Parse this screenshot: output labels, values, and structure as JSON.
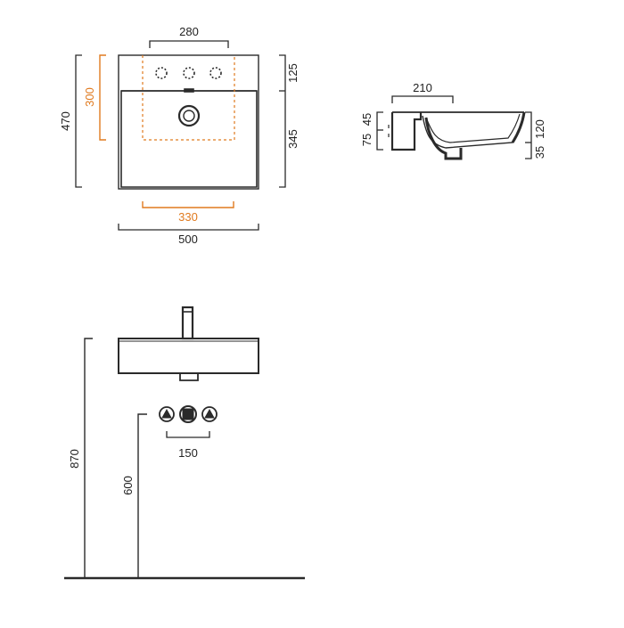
{
  "colors": {
    "line": "#2a2a2a",
    "accent_orange": "#e07a1f",
    "background": "#ffffff"
  },
  "top_view": {
    "dim_width_holes": "280",
    "dim_height_back": "125",
    "dim_height_front": "345",
    "dim_height_total": "470",
    "dim_height_orange": "300",
    "dim_width_orange": "330",
    "dim_width_total": "500"
  },
  "side_view": {
    "dim_width_top": "210",
    "dim_left_75": "75",
    "dim_left_45": "45",
    "dim_right_35": "35",
    "dim_right_120": "120"
  },
  "front_view": {
    "dim_height_870": "870",
    "dim_height_600": "600",
    "dim_width_150": "150"
  }
}
